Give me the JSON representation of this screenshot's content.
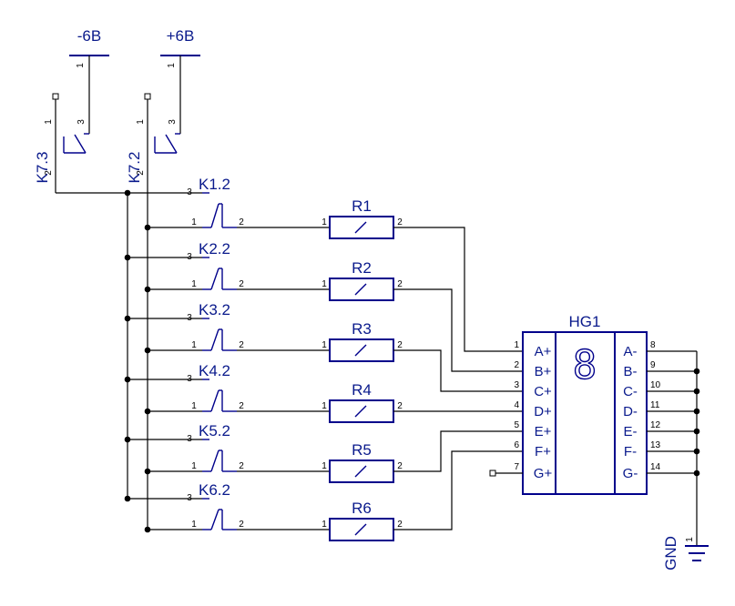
{
  "power": {
    "neg": "-6B",
    "pos": "+6B"
  },
  "relays": {
    "k73": "K7.3",
    "k72": "K7.2",
    "contacts": [
      "K1.2",
      "K2.2",
      "K3.2",
      "K4.2",
      "K5.2",
      "K6.2"
    ]
  },
  "resistors": [
    "R1",
    "R2",
    "R3",
    "R4",
    "R5",
    "R6"
  ],
  "display": {
    "name": "HG1",
    "glyph": "8",
    "left_pins": [
      {
        "num": "1",
        "label": "A+"
      },
      {
        "num": "2",
        "label": "B+"
      },
      {
        "num": "3",
        "label": "C+"
      },
      {
        "num": "4",
        "label": "D+"
      },
      {
        "num": "5",
        "label": "E+"
      },
      {
        "num": "6",
        "label": "F+"
      },
      {
        "num": "7",
        "label": "G+"
      }
    ],
    "right_pins": [
      {
        "num": "8",
        "label": "A-"
      },
      {
        "num": "9",
        "label": "B-"
      },
      {
        "num": "10",
        "label": "C-"
      },
      {
        "num": "11",
        "label": "D-"
      },
      {
        "num": "12",
        "label": "E-"
      },
      {
        "num": "13",
        "label": "F-"
      },
      {
        "num": "14",
        "label": "G-"
      }
    ]
  },
  "ground": {
    "label": "GND",
    "pin": "1"
  },
  "pin_numbers": {
    "one": "1",
    "two": "2",
    "three": "3"
  }
}
